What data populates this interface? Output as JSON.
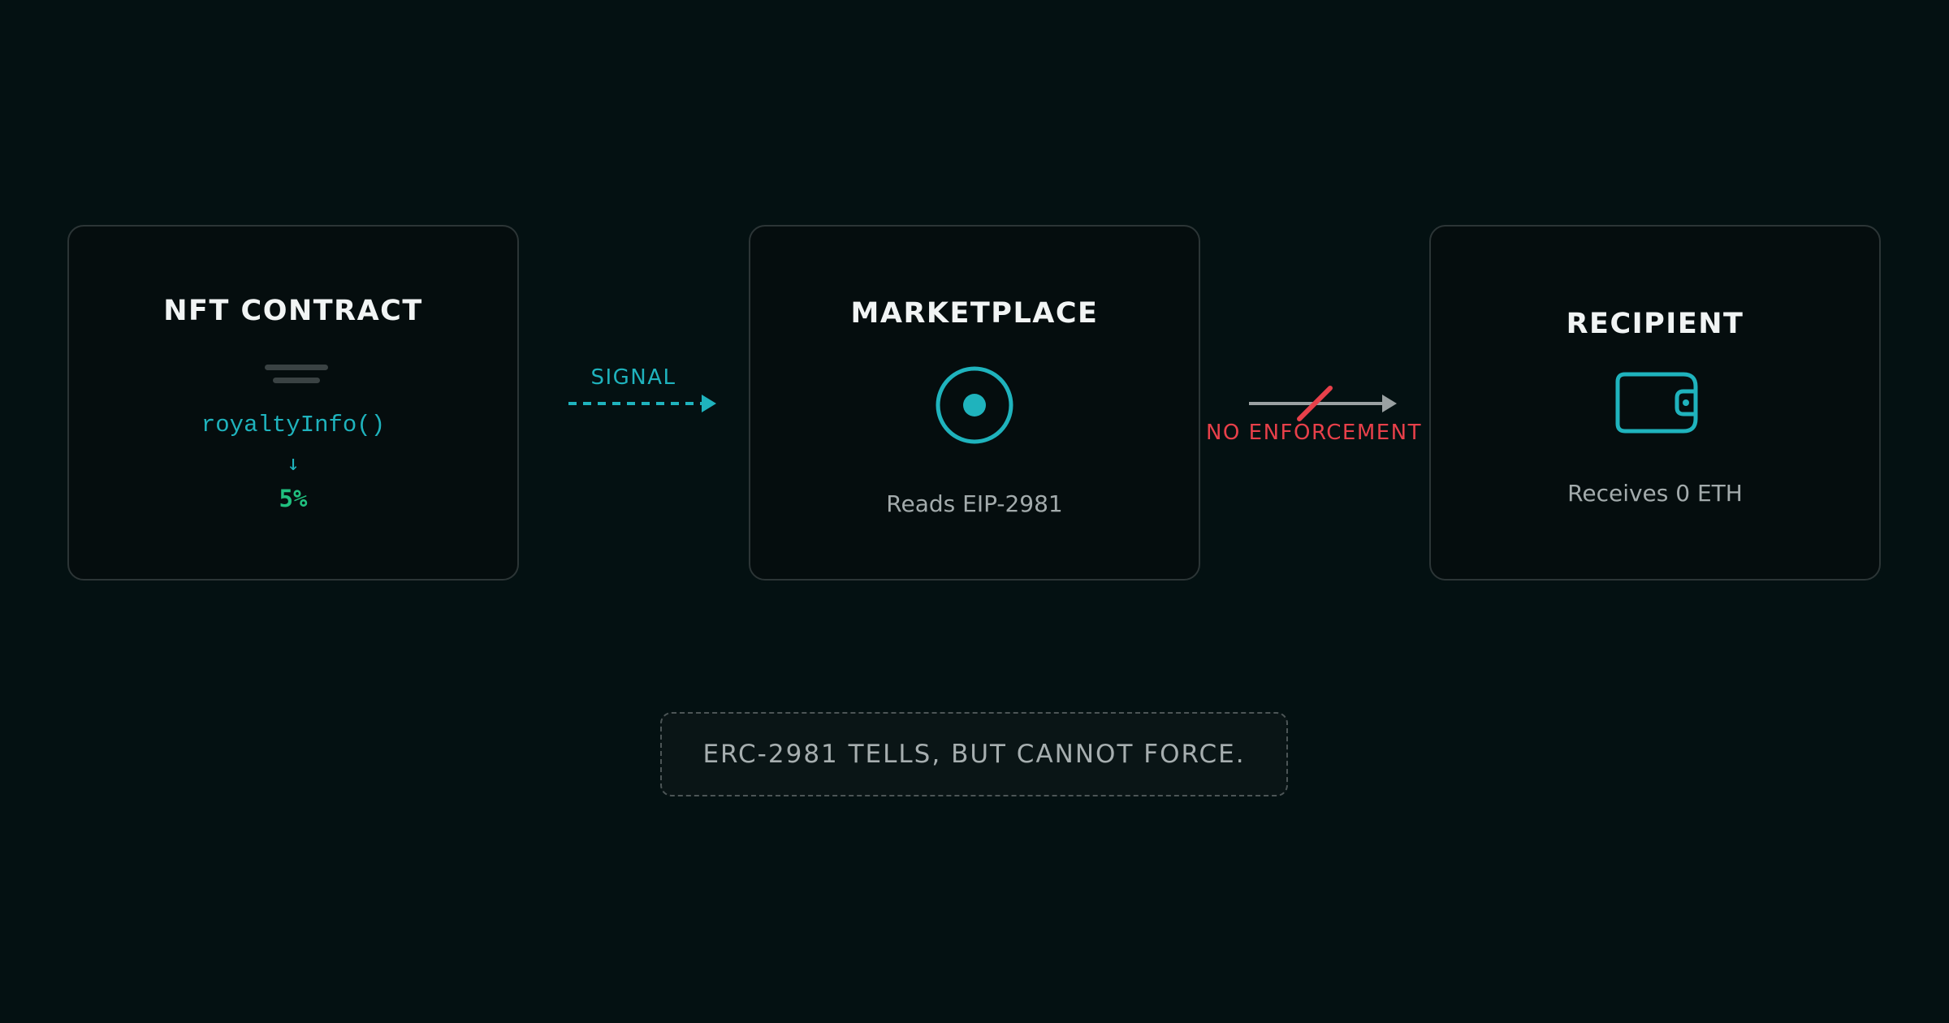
{
  "nodes": {
    "nft_contract": {
      "title": "NFT CONTRACT",
      "function": "royaltyInfo()",
      "arrow": "↓",
      "percent": "5%",
      "icon": "document-lines-icon"
    },
    "marketplace": {
      "title": "MARKETPLACE",
      "caption": "Reads EIP-2981",
      "icon": "target-icon"
    },
    "recipient": {
      "title": "RECIPIENT",
      "caption": "Receives 0 ETH",
      "icon": "wallet-icon"
    }
  },
  "edges": {
    "signal": {
      "label": "SIGNAL",
      "style": "dashed",
      "color": "#1fb3bd"
    },
    "enforcement": {
      "label": "NO ENFORCEMENT",
      "style": "solid-crossed",
      "color": "#9aa1a2",
      "cross_color": "#e8404a"
    }
  },
  "footer": {
    "note": "ERC-2981 TELLS, BUT CANNOT FORCE."
  },
  "colors": {
    "background": "#041112",
    "card_border": "#2c3536",
    "accent_teal": "#1fb3bd",
    "accent_green": "#20c07f",
    "alert_red": "#e8404a"
  }
}
